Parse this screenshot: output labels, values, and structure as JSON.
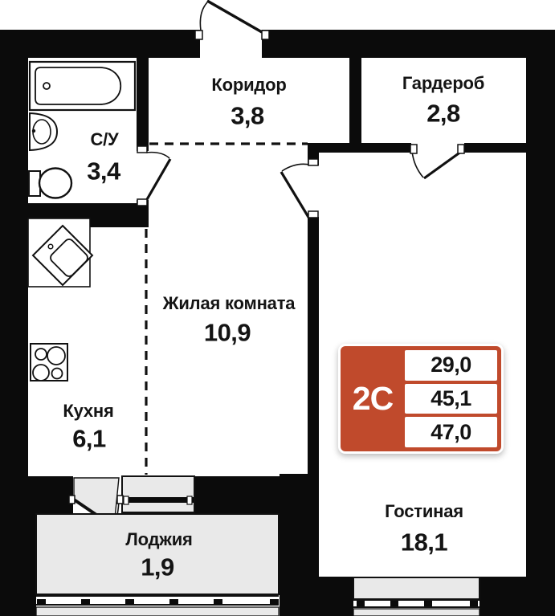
{
  "rooms": [
    {
      "id": "koridor",
      "label": "Коридор",
      "area": "3,8"
    },
    {
      "id": "garderob",
      "label": "Гардероб",
      "area": "2,8"
    },
    {
      "id": "su",
      "label": "С/У",
      "area": "3,4"
    },
    {
      "id": "zhilaya",
      "label": "Жилая комната",
      "area": "10,9"
    },
    {
      "id": "kuhnya",
      "label": "Кухня",
      "area": "6,1"
    },
    {
      "id": "lodzhiya",
      "label": "Лоджия",
      "area": "1,9"
    },
    {
      "id": "gostinaya",
      "label": "Гостиная",
      "area": "18,1"
    }
  ],
  "badge": {
    "type_label": "2С",
    "values": [
      "29,0",
      "45,1",
      "47,0"
    ]
  },
  "colors": {
    "wall": "#0b0b0b",
    "badge_red": "#c04a2c",
    "glass_fill": "#e9e9e9",
    "text": "#141414"
  },
  "icons": [
    "bathtub-icon",
    "bath-sink-icon",
    "toilet-icon",
    "kitchen-sink-icon",
    "stove-icon",
    "entrance-door",
    "bathroom-door",
    "room-door",
    "wardrobe-door",
    "balcony-door",
    "kitchen-window",
    "living-room-window",
    "loggia-glazing"
  ]
}
